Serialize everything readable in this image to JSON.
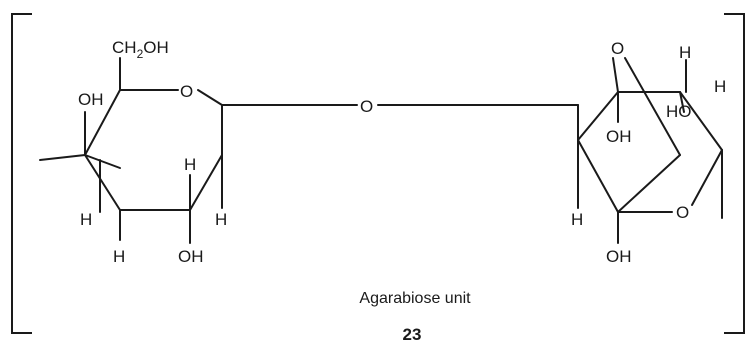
{
  "diagram": {
    "caption": "Agarabiose unit",
    "compound_number": "23",
    "labels": {
      "ch2oh_main": "CH",
      "ch2oh_sub": "2",
      "ch2oh_tail": "OH",
      "oh": "OH",
      "o": "O",
      "h": "H",
      "ho": "HO"
    }
  }
}
